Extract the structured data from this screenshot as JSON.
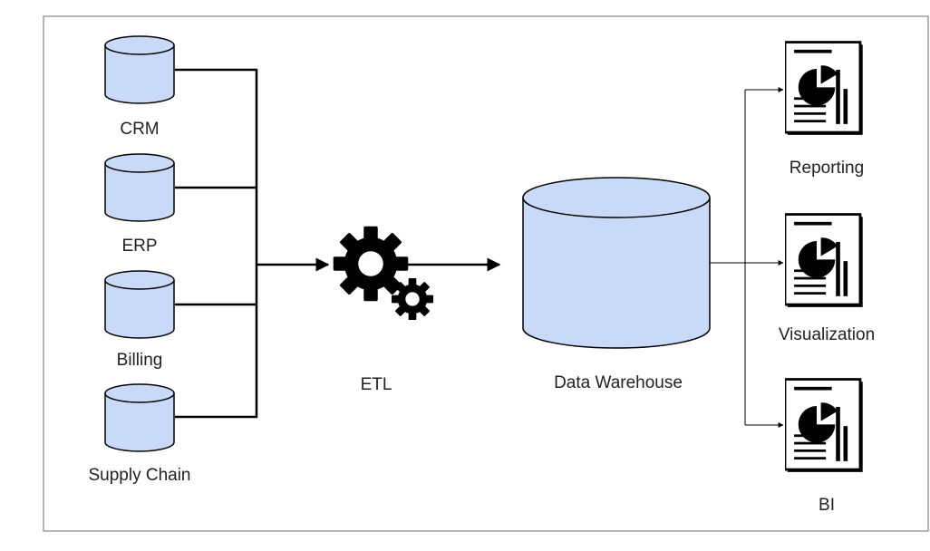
{
  "sources": [
    {
      "label": "CRM"
    },
    {
      "label": "ERP"
    },
    {
      "label": "Billing"
    },
    {
      "label": "Supply Chain"
    }
  ],
  "etl": {
    "label": "ETL",
    "icon": "gears-icon"
  },
  "warehouse": {
    "label": "Data Warehouse"
  },
  "outputs": [
    {
      "label": "Reporting",
      "icon": "report-icon"
    },
    {
      "label": "Visualization",
      "icon": "report-icon"
    },
    {
      "label": "BI",
      "icon": "report-icon"
    }
  ],
  "colors": {
    "cylinder_fill": "#c9daf8",
    "stroke": "#000000",
    "frame": "#9e9e9e",
    "text": "#222222"
  }
}
